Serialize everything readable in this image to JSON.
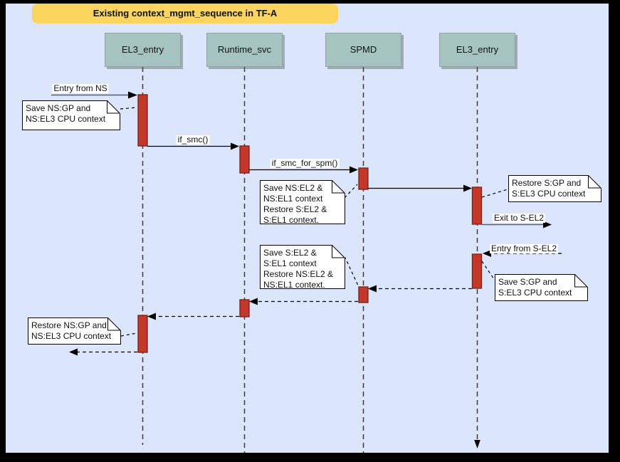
{
  "title": "Existing context_mgmt_sequence in TF-A",
  "lifelines": [
    {
      "label": "EL3_entry"
    },
    {
      "label": "Runtime_svc"
    },
    {
      "label": "SPMD"
    },
    {
      "label": "EL3_entry"
    }
  ],
  "messages": {
    "entry_from_ns": "Entry from NS",
    "if_smc": "if_smc()",
    "if_smc_for_spm": "if_smc_for_spm()",
    "exit_to_s_el2": "Exit to S-EL2",
    "entry_from_s_el2": "Entry from S-EL2"
  },
  "notes": {
    "n1": {
      "lines": [
        "Save NS:GP and",
        "NS:EL3 CPU context"
      ]
    },
    "n2": {
      "lines": [
        "Save NS:EL2 &",
        "NS:EL1 context",
        "Restore S:EL2 &",
        "S:EL1 context."
      ]
    },
    "n3": {
      "lines": [
        "Restore S:GP and",
        "S:EL3 CPU context"
      ]
    },
    "n4": {
      "lines": [
        "Save S:GP and",
        "S:EL3 CPU context"
      ]
    },
    "n5": {
      "lines": [
        "Save S:EL2 &",
        "S:EL1 context",
        "Restore NS:EL2 &",
        "NS:EL1 context."
      ]
    },
    "n6": {
      "lines": [
        "Restore NS:GP and",
        "NS:EL3 CPU context"
      ]
    }
  },
  "colors": {
    "background": "#dbe5fb",
    "frame": "#000000",
    "title_bg": "#fbd45e",
    "lifeline_box_bg": "#a5c4bf",
    "activation_fill": "#c2392b",
    "activation_border": "#7a1f12",
    "note_bg": "#ffffff",
    "gray_message": "#5b5f66"
  }
}
